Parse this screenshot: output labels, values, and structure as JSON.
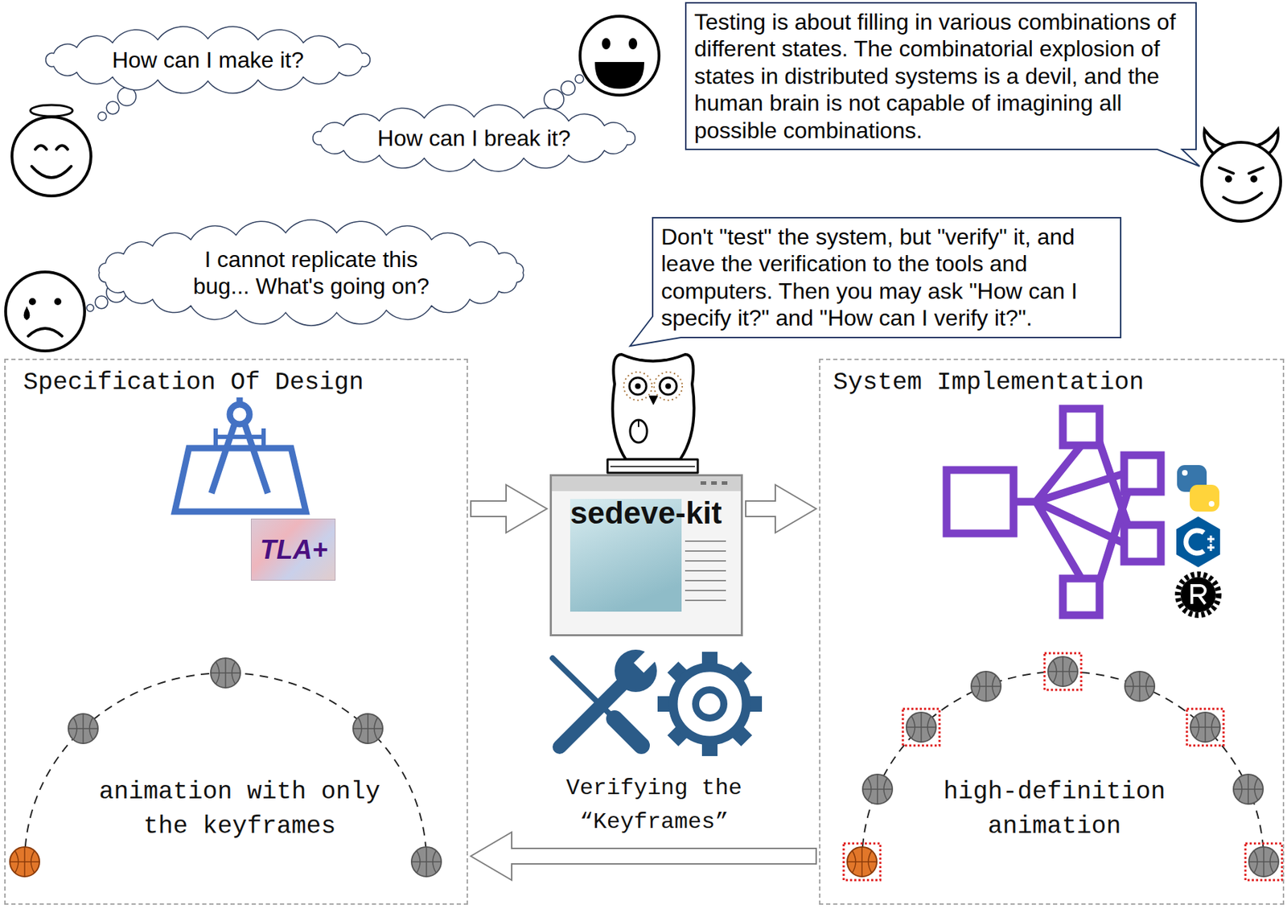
{
  "diagram": {
    "nodes": [
      {
        "text": [
          "How can I make it?"
        ]
      },
      {
        "text": [
          "Testing is about filling in various combinations of different states. The combinatorial explosion of states in distributed systems is a devil, and the human brain is not capable of imagining all possible combinations."
        ]
      },
      {
        "text": [
          "How can I break it?"
        ]
      },
      {
        "text": [
          "I cannot replicate this bug... What's going on?"
        ]
      },
      {
        "text": [
          "Don't \"test\" the system, but \"verify\" it, and leave the verification to the tools and computers. Then you may ask \"How can I specify it?\" and \"How can I verify it?\"."
        ]
      },
      {
        "text": [
          "Specification Of Design",
          "animation with only the keyframes"
        ]
      },
      {
        "text": [
          "TLA+"
        ],
        "in": 5
      },
      {
        "text": [
          "sedeve-kit"
        ]
      },
      {
        "text": [
          "System Implementation",
          "high-definition animation"
        ]
      }
    ],
    "edges": [
      {
        "from": 5,
        "to": 7,
        "arrow": "to"
      },
      {
        "from": 7,
        "to": 8,
        "arrow": "to"
      },
      {
        "from": 8,
        "to": 5,
        "arrow": "to"
      }
    ],
    "labels": [
      "Verifying the “Keyframes”"
    ]
  }
}
